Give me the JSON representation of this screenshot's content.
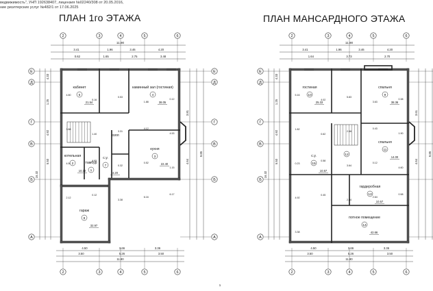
{
  "header": {
    "line1": "ведвижимость\", УНП 192638407, лицензия №02240/308 от 20.05.2016,",
    "line2": "ние риэлтерских услуг №482/1 от 17.06.2025"
  },
  "plan_left": {
    "title": "ПЛАН 1го ЭТАЖА",
    "overall_width": "11.90",
    "top_dims": [
      "3.41",
      "1.96",
      "3.46",
      "4.20"
    ],
    "top_dims2": [
      "0.62",
      "1.65",
      "2.75",
      "3.48"
    ],
    "bottom_dims": [
      "4.50",
      "3.66",
      "3.36"
    ],
    "bottom_dims2": [
      "3.50",
      "5.26",
      "3.50"
    ],
    "bottom_total": "11.90",
    "right_dims": [
      "3.81",
      "4.64",
      "9.85"
    ],
    "left_dims": [
      "4.33",
      "1.25",
      "4.92",
      "5.50",
      "16.32"
    ],
    "axes_top": [
      "2",
      "3",
      "4",
      "5",
      "6"
    ],
    "axes_bottom": [
      "2",
      "3",
      "4",
      "5",
      "6"
    ],
    "axes_side": [
      "Е",
      "Д",
      "Г",
      "В",
      "Б",
      "А"
    ],
    "rooms": [
      {
        "num": "5",
        "name": "кабинет",
        "area": "21.54"
      },
      {
        "num": "4",
        "name": "каминный зал (гостиная)",
        "area": "38.05"
      },
      {
        "num": "",
        "name": "холл",
        "area": ""
      },
      {
        "num": "3",
        "name": "кухня",
        "area": "22.40"
      },
      {
        "num": "2",
        "name": "котельная",
        "area": "10.32"
      },
      {
        "num": "1",
        "name": "тамбур",
        "area": ""
      },
      {
        "num": "7",
        "name": "с.у.",
        "area": "4.20"
      },
      {
        "num": "8",
        "name": "гараж",
        "area": "32.97"
      }
    ],
    "small_dims": [
      "4.80",
      "5.16",
      "0.53",
      "1.88",
      "0.12",
      "3.88",
      "1.40",
      "3.31",
      "4.12",
      "4.53",
      "4.50",
      "4.65",
      "0.32",
      "0.52",
      "1.15",
      "2.12",
      "0.12",
      "3.38",
      "6.16",
      "6.17"
    ]
  },
  "plan_right": {
    "title": "ПЛАН МАНСАРДНОГО ЭТАЖА",
    "overall_width": "11.90",
    "top_dims": [
      "3.41",
      "1.96",
      "3.46",
      "4.20"
    ],
    "top_dims2": [
      "1.64",
      "3.73",
      "2.70"
    ],
    "bottom_dims": [
      "4.50",
      "3.66",
      "3.36"
    ],
    "bottom_dims2": [
      "3.50",
      "5.26",
      "3.50"
    ],
    "bottom_total": "11.90",
    "right_dims": [
      "3.61",
      "4.64",
      "9.85"
    ],
    "left_dims": [
      "4.33",
      "1.25",
      "4.92",
      "5.50",
      "16.32"
    ],
    "axes_top": [
      "2",
      "3",
      "4",
      "5",
      "6"
    ],
    "axes_bottom": [
      "2",
      "3",
      "4",
      "5",
      "6"
    ],
    "axes_side": [
      "Е",
      "Д",
      "Г",
      "В",
      "Б",
      "А"
    ],
    "rooms": [
      {
        "num": "10",
        "name": "гостиная",
        "area": "25.33"
      },
      {
        "num": "9",
        "name": "спальня",
        "area": "38.36"
      },
      {
        "num": "12",
        "name": "",
        "area": ""
      },
      {
        "num": "11",
        "name": "спальня",
        "area": "14.00"
      },
      {
        "num": "15",
        "name": "с.у.",
        "area": "10.57"
      },
      {
        "num": "13",
        "name": "гардеробная",
        "area": "10.57"
      },
      {
        "num": "14",
        "name": "потное помещение",
        "area": "42.66"
      }
    ],
    "small_dims": [
      "5.16",
      "4.02",
      "5.83",
      "3.63",
      "0.38",
      "1.82",
      "0.62",
      "2.68",
      "0.43",
      "1.90",
      "0.23",
      "0.58",
      "3.64",
      "0.12",
      "4.60",
      "4.92",
      "0.45",
      "2.84",
      "2.64",
      "0.58",
      "3.38"
    ]
  },
  "page_number": "1"
}
